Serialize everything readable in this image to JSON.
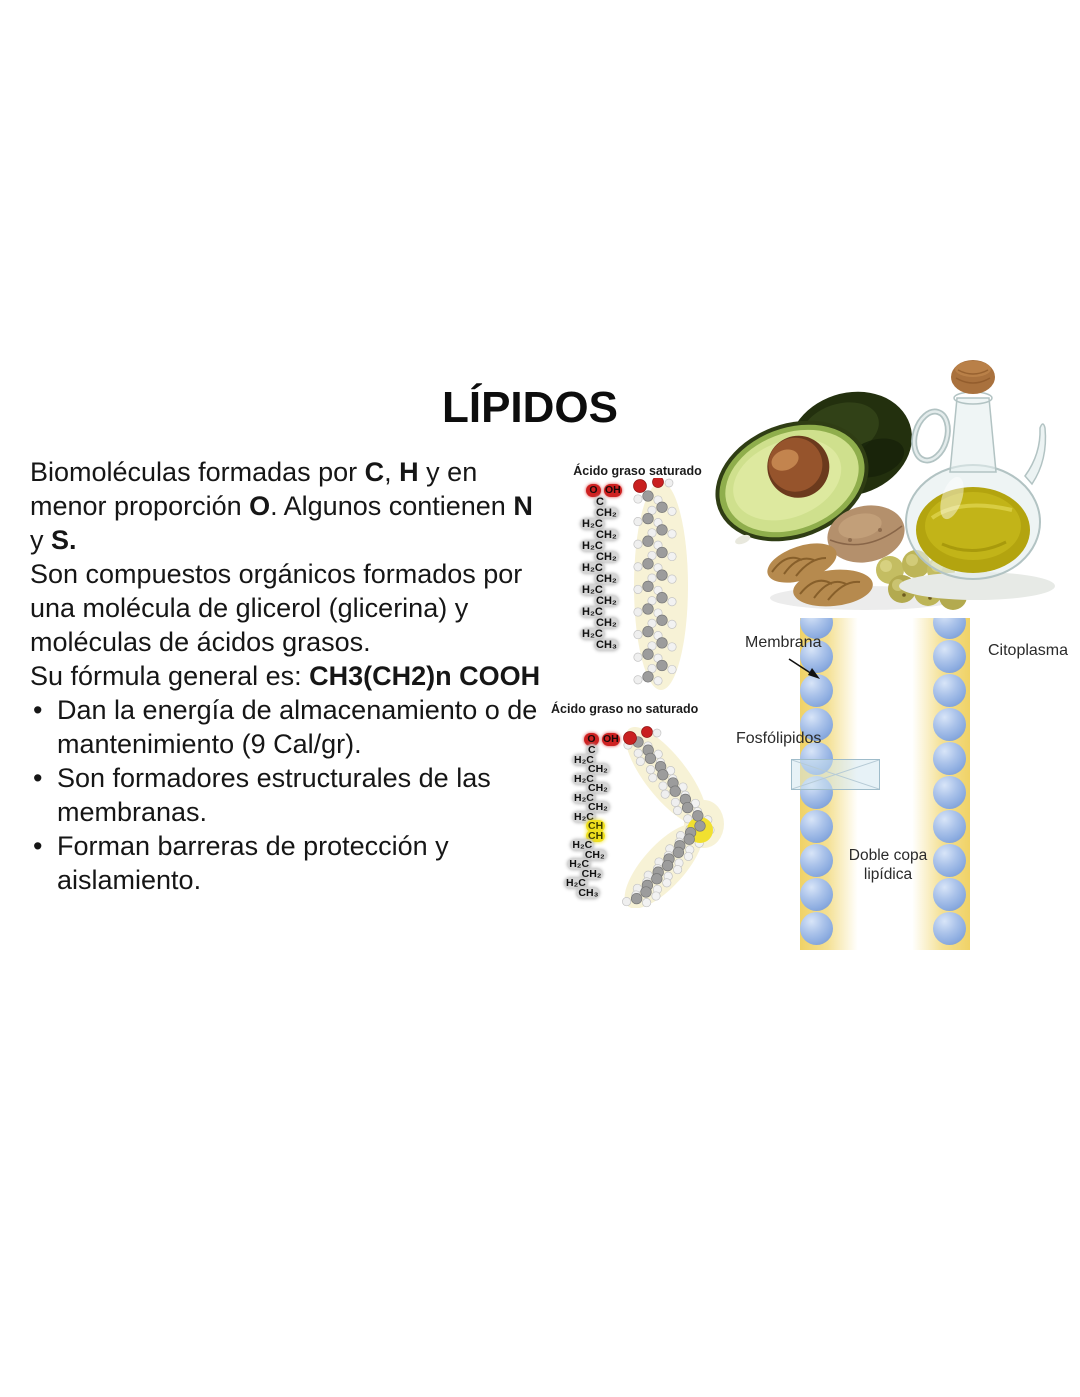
{
  "page": {
    "title": "LÍPIDOS"
  },
  "left_text": {
    "paragraphs": [
      {
        "bullet": false,
        "segments": [
          {
            "t": "Biomoléculas formadas por "
          },
          {
            "t": "C",
            "b": true
          },
          {
            "t": ", "
          },
          {
            "t": "H",
            "b": true
          },
          {
            "t": " y en menor proporción "
          },
          {
            "t": "O",
            "b": true
          },
          {
            "t": ". Algunos contienen "
          },
          {
            "t": "N",
            "b": true
          },
          {
            "t": " y "
          },
          {
            "t": "S.",
            "b": true
          }
        ]
      },
      {
        "bullet": false,
        "segments": [
          {
            "t": "Son compuestos orgánicos formados por una molécula de glicerol (glicerina) y moléculas de ácidos grasos."
          }
        ]
      },
      {
        "bullet": false,
        "segments": [
          {
            "t": "Su fórmula general es: "
          },
          {
            "t": "CH3(CH2)n COOH",
            "b": true
          }
        ]
      },
      {
        "bullet": true,
        "segments": [
          {
            "t": "Dan la energía de almacenamiento o de mantenimiento (9 Cal/gr)."
          }
        ]
      },
      {
        "bullet": true,
        "segments": [
          {
            "t": "Son formadores estructurales de las membranas."
          }
        ]
      },
      {
        "bullet": true,
        "segments": [
          {
            "t": "Forman barreras de protección y aislamiento."
          }
        ]
      }
    ]
  },
  "fatty_acids": {
    "saturated": {
      "label": "Ácido graso saturado",
      "head_o": "O",
      "head_oh": "OH",
      "chain": [
        "C",
        "CH₂",
        "H₂C",
        "CH₂",
        "H₂C",
        "CH₂",
        "H₂C",
        "CH₂",
        "H₂C",
        "CH₂",
        "H₂C",
        "CH₂",
        "H₂C",
        "CH₃"
      ],
      "highlight": []
    },
    "unsaturated": {
      "label": "Ácido graso no saturado",
      "head_o": "O",
      "head_oh": "OH",
      "chain": [
        "C",
        "H₂C",
        "CH₂",
        "H₂C",
        "CH₂",
        "H₂C",
        "CH₂",
        "H₂C",
        "CH",
        "CH",
        "H₂C",
        "CH₂",
        "H₂C",
        "CH₂",
        "H₂C",
        "CH₃"
      ],
      "highlight": [
        8,
        9
      ]
    }
  },
  "membrane": {
    "labels": {
      "membrana": "Membrana",
      "citoplasma": "Citoplasma",
      "fosfolipidos": "Fosfólipidos",
      "doble_copa_line1": "Doble copa",
      "doble_copa_line2": "lipídica"
    },
    "spheres_per_column": 10
  },
  "colors": {
    "sphere_blue": "#8cace0",
    "band_yellow": "#f0d266",
    "oxygen_red": "#ce2121",
    "double_bond_yellow": "#f0e01e",
    "oil_yellow": "#b3a40f",
    "avocado_flesh": "#cfe08d",
    "avocado_skin": "#2c3a12"
  }
}
